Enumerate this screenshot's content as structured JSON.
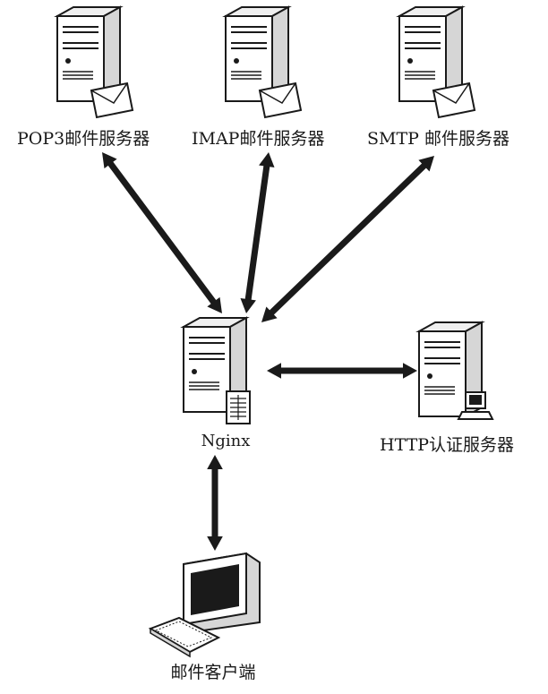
{
  "nodes": {
    "pop3": {
      "label": "POP3邮件服务器",
      "icon": "server-mail-icon"
    },
    "imap": {
      "label": "IMAP邮件服务器",
      "icon": "server-mail-icon"
    },
    "smtp": {
      "label": "SMTP 邮件服务器",
      "icon": "server-mail-icon"
    },
    "nginx": {
      "label": "Nginx",
      "icon": "server-firewall-icon"
    },
    "http_auth": {
      "label": "HTTP认证服务器",
      "icon": "server-workstation-icon"
    },
    "client": {
      "label": "邮件客户端",
      "icon": "computer-client-icon"
    }
  },
  "edges": [
    {
      "from": "nginx",
      "to": "pop3",
      "direction": "both"
    },
    {
      "from": "nginx",
      "to": "imap",
      "direction": "both"
    },
    {
      "from": "nginx",
      "to": "smtp",
      "direction": "both"
    },
    {
      "from": "nginx",
      "to": "http_auth",
      "direction": "both"
    },
    {
      "from": "nginx",
      "to": "client",
      "direction": "both"
    }
  ],
  "colors": {
    "line": "#1a1a1a",
    "server_front": "#ffffff",
    "server_side": "#d6d6d6",
    "server_top": "#efefef"
  }
}
